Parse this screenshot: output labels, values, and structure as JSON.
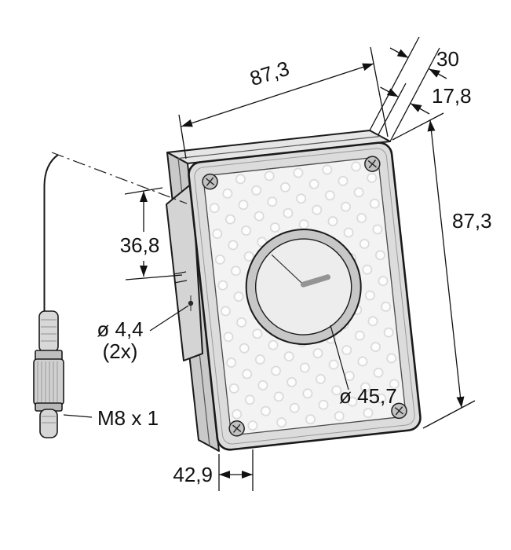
{
  "drawing": {
    "type": "technical-dimension-drawing",
    "labels": {
      "top_width": "87,3",
      "total_depth": "30",
      "bezel_depth": "17,8",
      "side_height": "87,3",
      "bracket_offset": "36,8",
      "mount_hole_diameter": "ø 4,4",
      "mount_hole_count": "(2x)",
      "connector_thread": "M8 x 1",
      "aperture_diameter": "ø 45,7",
      "bottom_offset": "42,9"
    },
    "colors": {
      "ink": "#1a1a1a",
      "background": "#ffffff"
    }
  }
}
